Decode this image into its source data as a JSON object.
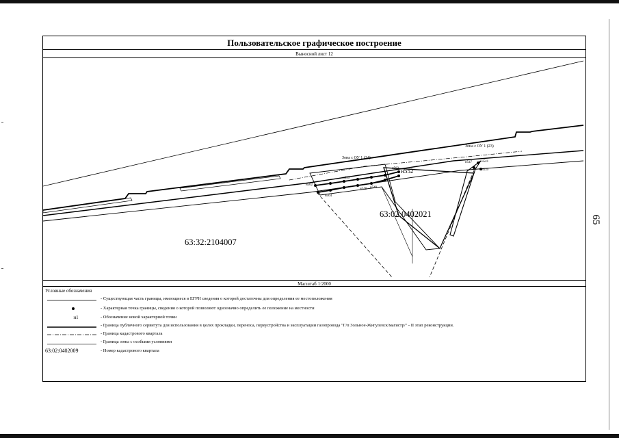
{
  "document": {
    "title": "Пользовательское графическое построение",
    "sheet_label": "Выносной лист 12",
    "scale_label": "Масштаб 1:2000",
    "page_number": "65"
  },
  "map": {
    "quarter_main": "63:32:2104007",
    "quarter_second": "63:02:0402021",
    "zone_a": "Зона с ОУ 1 (24)",
    "zone_b": "Зона с ОУ 1 (23)",
    "point_big": "н552",
    "points_small": [
      "н562",
      "н563",
      "н564",
      "н559",
      "н548",
      "н549",
      "н547",
      "н541",
      "н539"
    ]
  },
  "legend": {
    "title": "Условные обозначения",
    "items": [
      {
        "symbol_text": "",
        "text": "- Существующая часть границы, имеющиеся в ЕГРН сведения о которой достаточны для определения ее местоположения"
      },
      {
        "symbol_text": "",
        "text": "- Характерная точка границы, сведения о которой позволяют однозначно определить ее положение на местности"
      },
      {
        "symbol_text": "н1",
        "text": "- Обозначение новой характерной точки"
      },
      {
        "symbol_text": "",
        "text": "- Граница публичного сервитута для использования в целях прокладки, переноса, переустройства и эксплуатации газопровода \"Г/п Зольное-Жигулевск/магистр/\" - II этап реконструкции."
      },
      {
        "symbol_text": "",
        "text": "- Граница кадастрового квартала"
      },
      {
        "symbol_text": "",
        "text": "- Граница зоны с особыми условиями"
      },
      {
        "symbol_text": "63:02:0402009",
        "text": "- Номер кадастрового квартала"
      }
    ]
  }
}
